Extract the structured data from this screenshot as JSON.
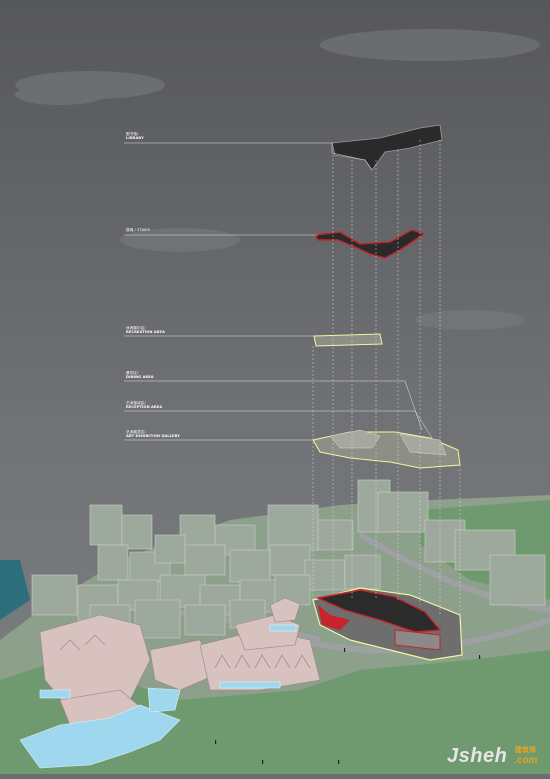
{
  "labels": [
    {
      "id": "library",
      "cn": "图书馆/",
      "en": "LIBRARY"
    },
    {
      "id": "stairs",
      "cn": "楼梯 / STAIRS",
      "en": ""
    },
    {
      "id": "recreation",
      "cn": "休闲娱乐区/",
      "en": "RECREATION AREA"
    },
    {
      "id": "dining",
      "cn": "餐饮区/",
      "en": "DINING AREA"
    },
    {
      "id": "reception",
      "cn": "艺术接待区/",
      "en": "RECEPTION AREA"
    },
    {
      "id": "gallery",
      "cn": "艺术展览区/",
      "en": "ART EXHIBITION GALLERY"
    }
  ],
  "watermark": {
    "main": "Jsheh",
    "sub": ".com",
    "cn": "建筑师"
  },
  "colors": {
    "sky_top": "#59595c",
    "sky_bottom": "#7a7c80",
    "block": "#9aa69a",
    "ground": "#7fa27f",
    "accent_red": "#c8222a",
    "highlight": "#f0f7a0",
    "pool": "#9fd7ee"
  }
}
